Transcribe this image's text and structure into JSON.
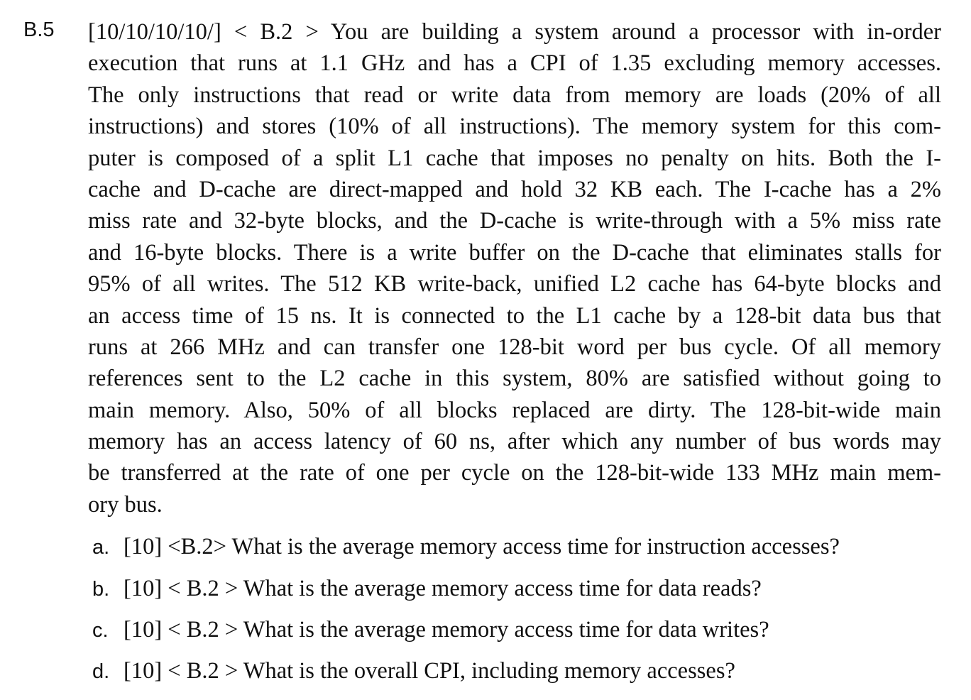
{
  "problem_number": "B.5",
  "lines": [
    "[10/10/10/10/] < B.2 > You are building a system around a processor with in-order",
    "execution that runs at 1.1 GHz and has a CPI of 1.35 excluding memory accesses.",
    "The only instructions that read or write data from memory are loads (20% of all",
    "instructions) and stores (10% of all instructions). The memory system for this com-",
    "puter is composed of a split L1 cache that imposes no penalty on hits. Both the I-",
    "cache and D-cache are direct-mapped and hold 32 KB each. The I-cache has a 2%",
    "miss rate and 32-byte blocks, and the D-cache is write-through with a 5% miss rate",
    "and 16-byte blocks. There is a write buffer on the D-cache that eliminates stalls for",
    "95% of all writes. The 512 KB write-back, unified L2 cache has 64-byte blocks and",
    "an access time of 15 ns. It is connected to the L1 cache by a 128-bit data bus that",
    "runs at 266 MHz and can transfer one 128-bit word per bus cycle. Of all memory",
    "references sent to the L2 cache in this system, 80% are satisfied without going to",
    "main memory. Also, 50% of all blocks replaced are dirty. The 128-bit-wide main",
    "memory has an access latency of 60 ns, after which any number of bus words may",
    "be transferred at the rate of one per cycle on the 128-bit-wide 133 MHz main mem-",
    "ory bus."
  ],
  "subquestions": [
    {
      "label": "a.",
      "text": "[10] <B.2> What is the average memory access time for instruction accesses?"
    },
    {
      "label": "b.",
      "text": "[10] < B.2 > What is the average memory access time for data reads?"
    },
    {
      "label": "c.",
      "text": "[10] < B.2 > What is the average memory access time for data writes?"
    },
    {
      "label": "d.",
      "text": "[10] < B.2 > What is the overall CPI, including memory accesses?"
    }
  ]
}
